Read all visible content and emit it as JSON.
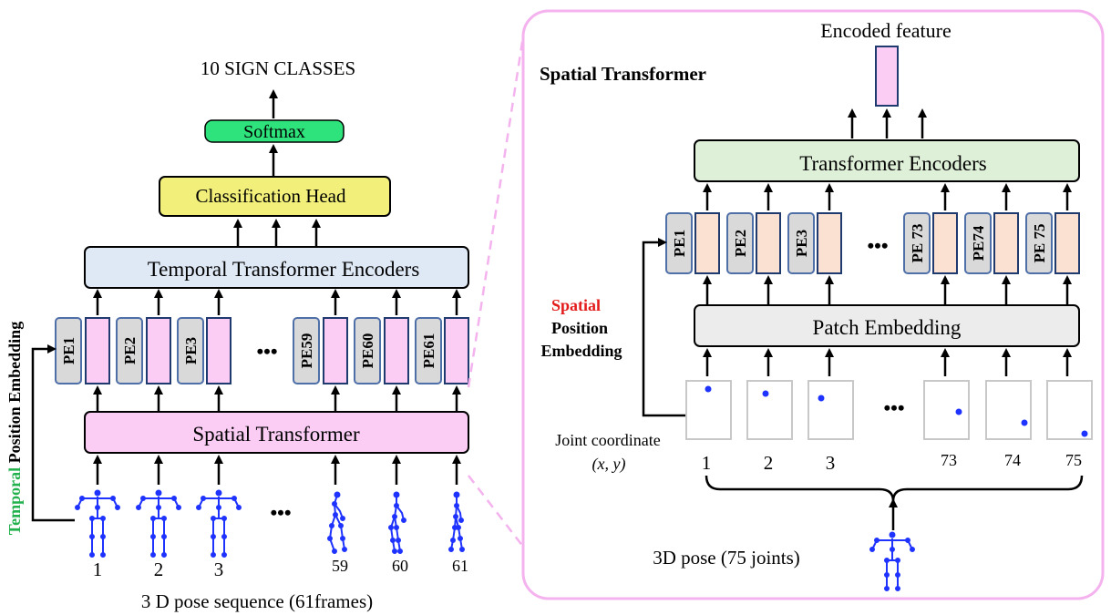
{
  "left": {
    "output_label": "10 SIGN CLASSES",
    "softmax_label": "Softmax",
    "classification_head_label": "Classification Head",
    "temporal_encoders_label": "Temporal Transformer Encoders",
    "spatial_transformer_label": "Spatial Transformer",
    "side_label_temporal": "Temporal",
    "side_label_rest": "Position Embedding",
    "pe_labels": [
      "PE1",
      "PE2",
      "PE3",
      "PE59",
      "PE60",
      "PE61"
    ],
    "ellipsis": "•••",
    "frame_numbers": [
      "1",
      "2",
      "3",
      "59",
      "60",
      "61"
    ],
    "caption": "3 D pose sequence (61frames)"
  },
  "right": {
    "title": "Spatial Transformer",
    "encoded_feature_label": "Encoded feature",
    "transformer_encoders_label": "Transformer Encoders",
    "patch_embedding_label": "Patch Embedding",
    "spatial_pe_label_spatial": "Spatial",
    "spatial_pe_label_position": "Position",
    "spatial_pe_label_embedding": "Embedding",
    "pe_labels": [
      "PE1",
      "PE2",
      "PE3",
      "PE 73",
      "PE74",
      "PE 75"
    ],
    "ellipsis": "•••",
    "joint_coord_label": "Joint coordinate",
    "joint_coord_xy": "(x, y)",
    "joint_numbers": [
      "1",
      "2",
      "3",
      "73",
      "74",
      "75"
    ],
    "caption": "3D pose (75 joints)"
  },
  "colors": {
    "pink": "#fbcdf5",
    "green": "#2ee37c",
    "yellow": "#f2f07a",
    "light_blue": "#dfe9f6",
    "gray": "#d9d9d9",
    "light_gray": "#ececec",
    "mint": "#dff0d9",
    "peach": "#fbe1d2",
    "pose_blue": "#1f33ff",
    "temporal_green": "#22b14c",
    "spatial_red": "#e31b1b"
  }
}
